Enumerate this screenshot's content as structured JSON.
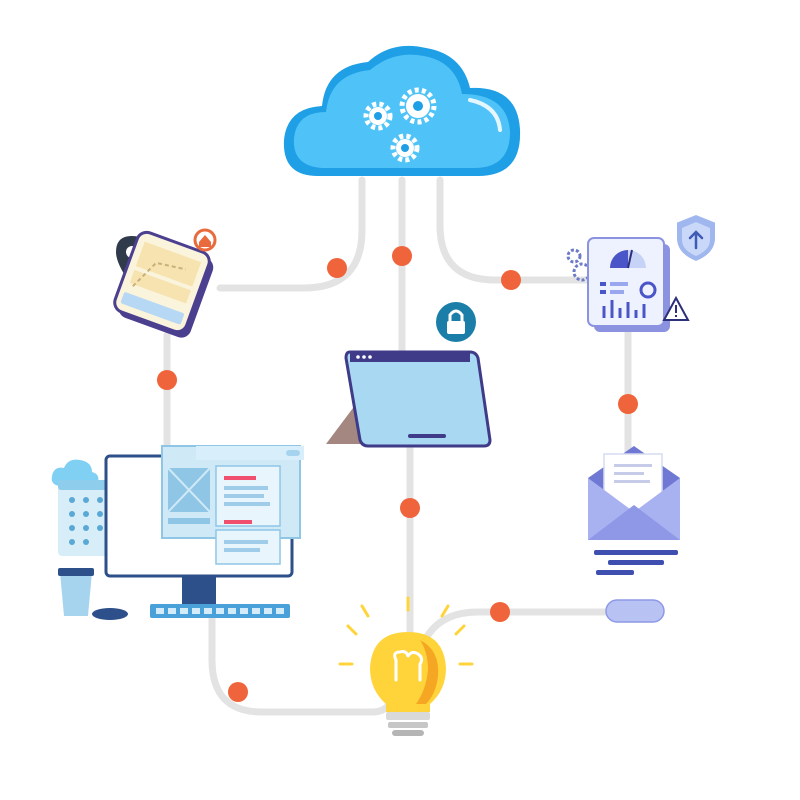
{
  "colors": {
    "background": "#ffffff",
    "connector": "#e3e3e3",
    "node_dot": "#f0643c",
    "cloud_light": "#4fc3f7",
    "cloud_dark": "#1e9fe6",
    "navy": "#3a3f8f",
    "periwinkle": "#8f9ae8",
    "pale_blue": "#b7d8f5",
    "bulb_yellow": "#ffd43b",
    "bulb_orange": "#f5a623",
    "pink_line": "#f0506e"
  },
  "nodes": [
    {
      "name": "cloud",
      "icon": "cloud-gears-icon"
    },
    {
      "name": "mobile-map",
      "icon": "map-phone-icon"
    },
    {
      "name": "tablet",
      "icon": "tablet-icon"
    },
    {
      "name": "lock",
      "icon": "lock-icon"
    },
    {
      "name": "dashboard",
      "icon": "dashboard-report-icon"
    },
    {
      "name": "shield",
      "icon": "shield-icon"
    },
    {
      "name": "email",
      "icon": "envelope-icon"
    },
    {
      "name": "desktop",
      "icon": "desktop-calendar-icon"
    },
    {
      "name": "idea",
      "icon": "lightbulb-icon"
    }
  ]
}
